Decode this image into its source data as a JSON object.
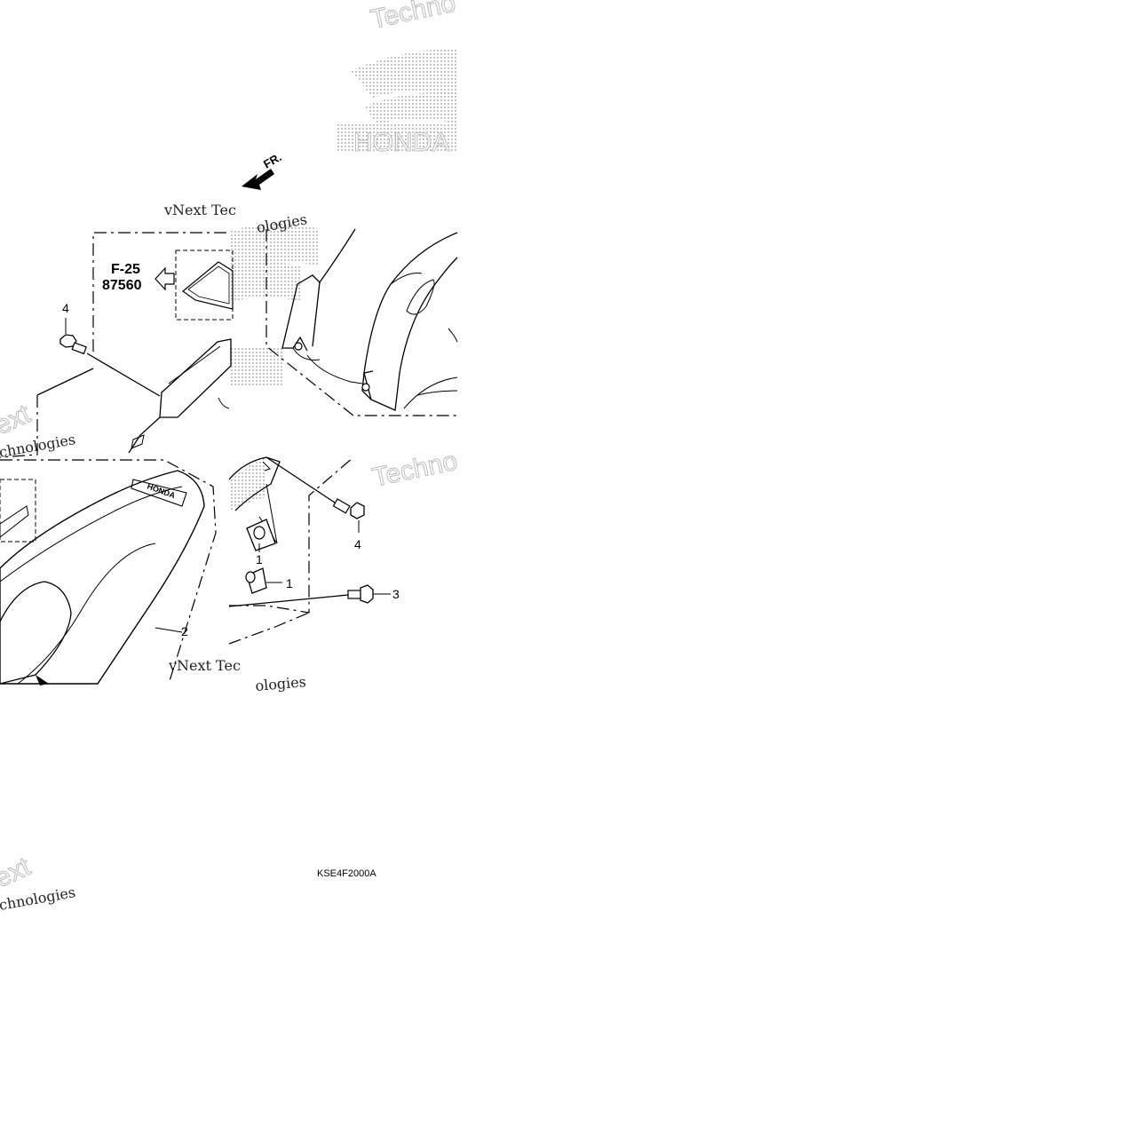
{
  "diagram": {
    "direction_label": "FR.",
    "ref_page": "F-25",
    "ref_part": "87560",
    "drawing_code": "KSE4F2000A",
    "callouts": [
      {
        "id": "bolt-top-left",
        "label": "4"
      },
      {
        "id": "fender",
        "label": "2"
      },
      {
        "id": "clip-upper",
        "label": "1"
      },
      {
        "id": "clip-lower",
        "label": "1"
      },
      {
        "id": "bolt-right",
        "label": "4"
      },
      {
        "id": "screw",
        "label": "3"
      }
    ],
    "fender_logo": "HONDA"
  },
  "watermarks": {
    "brand": "vNext Technologies",
    "small_1": "vNext Tec",
    "small_1b": "ologies",
    "small_2": "vNext Tec",
    "small_2b": "ologies",
    "left_1": "ext",
    "left_1b": "chnologies",
    "left_2": "ext",
    "left_2b": "chnologies",
    "techno_top": "Techno",
    "techno_mid": "Techno",
    "honda_logo": "HONDA"
  },
  "colors": {
    "line": "#000000",
    "background": "#ffffff",
    "watermark_gray": "#c8c8c8"
  }
}
